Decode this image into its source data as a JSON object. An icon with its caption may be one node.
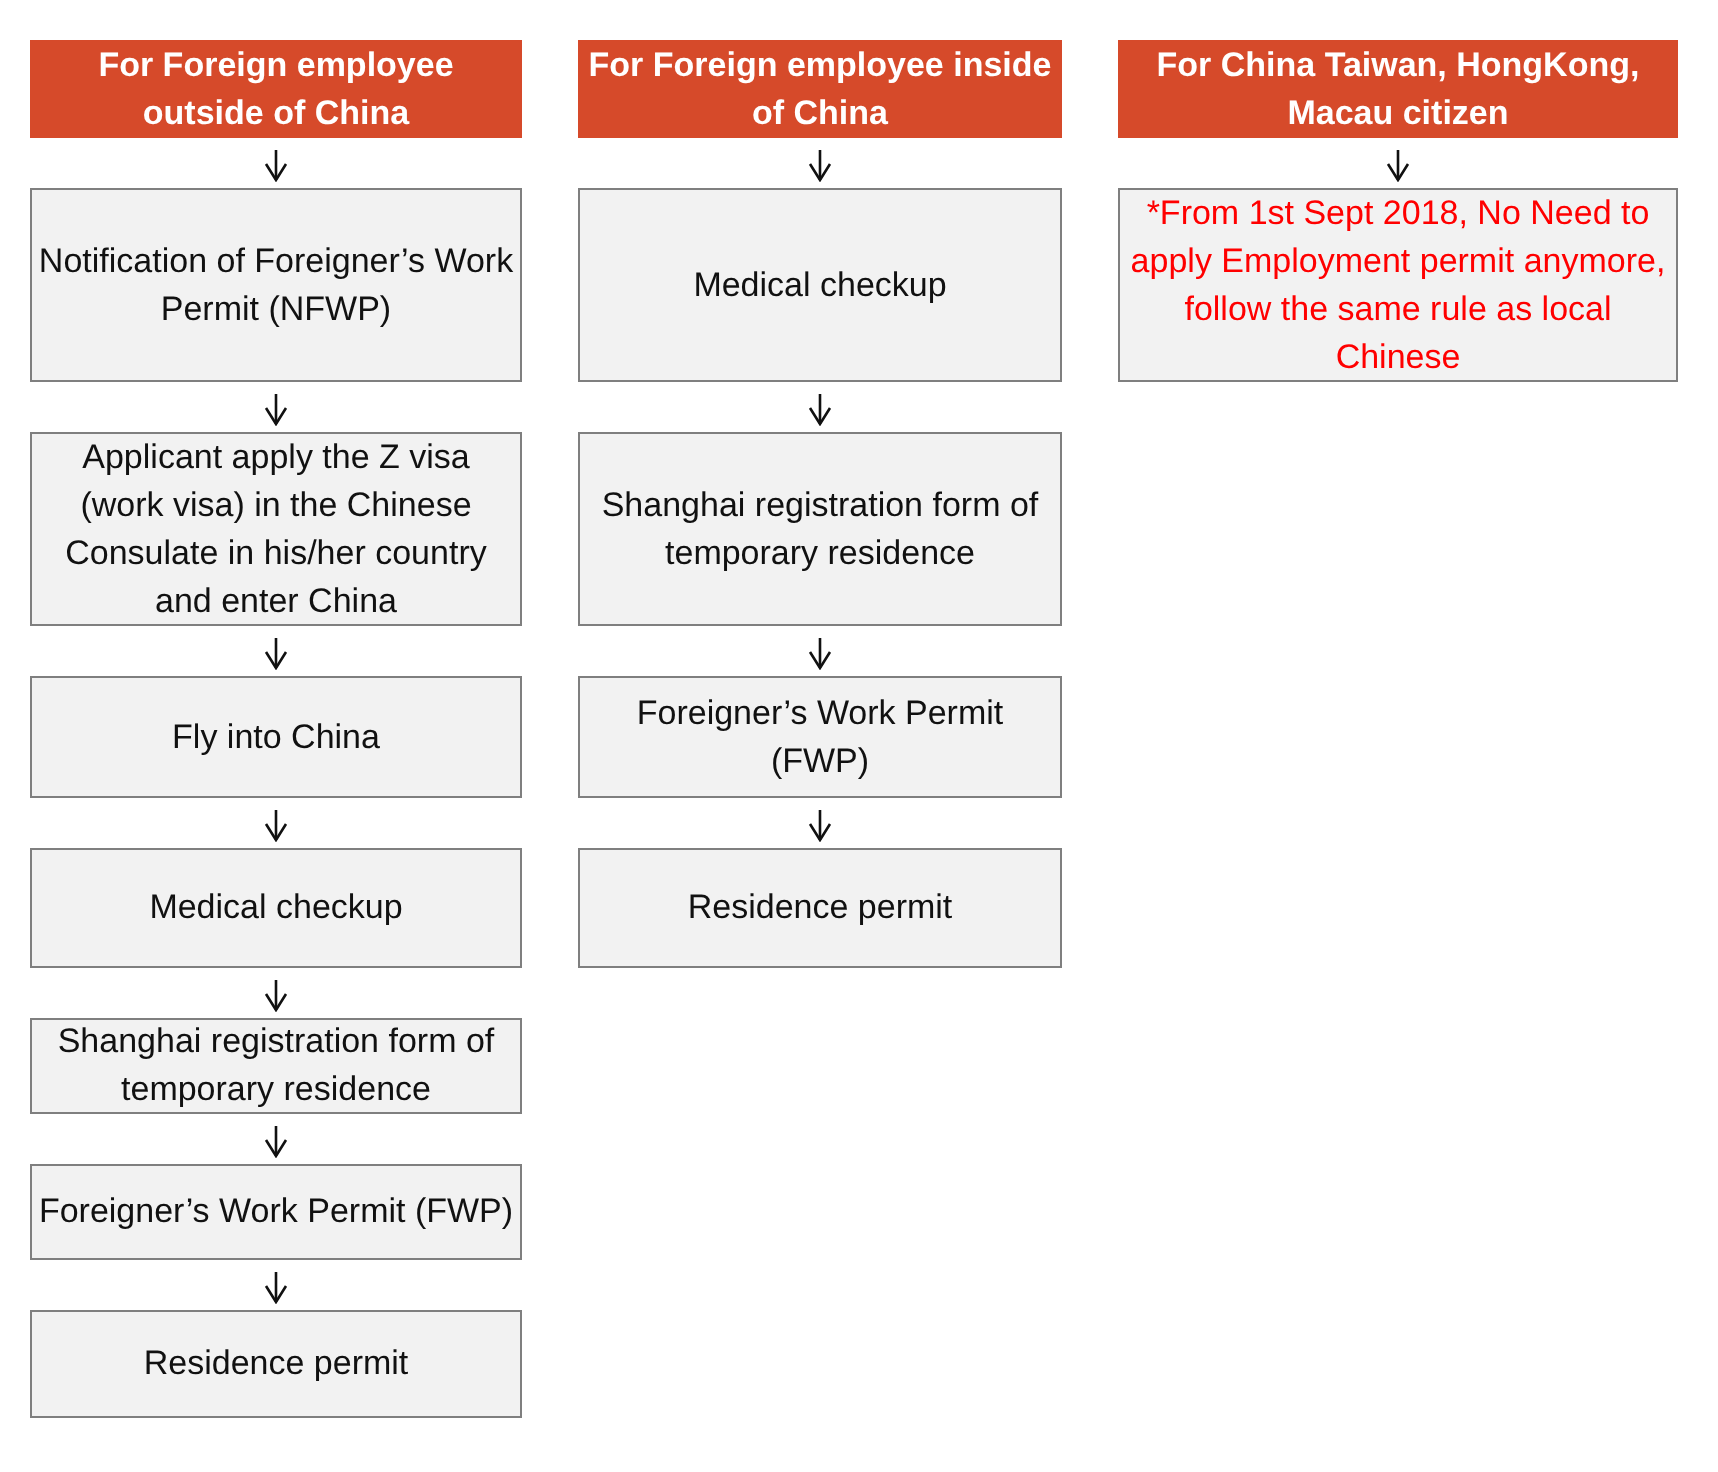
{
  "diagram": {
    "nodes": [
      {
        "text": [
          "For Foreign employee outside of China"
        ]
      },
      {
        "text": [
          "Notification of Foreigner’s Work Permit (NFWP)"
        ]
      },
      {
        "text": [
          "Applicant apply the Z visa (work visa) in the Chinese Consulate in his/her country and enter China"
        ]
      },
      {
        "text": [
          "Fly into China"
        ]
      },
      {
        "text": [
          "Medical checkup"
        ]
      },
      {
        "text": [
          "Shanghai registration form of temporary residence"
        ]
      },
      {
        "text": [
          "Foreigner’s Work Permit (FWP)"
        ]
      },
      {
        "text": [
          "Residence permit"
        ]
      },
      {
        "text": [
          "For Foreign employee inside of China"
        ]
      },
      {
        "text": [
          "Medical checkup"
        ]
      },
      {
        "text": [
          "Shanghai registration form of temporary residence"
        ]
      },
      {
        "text": [
          "Foreigner’s Work Permit (FWP)"
        ]
      },
      {
        "text": [
          "Residence permit"
        ]
      },
      {
        "text": [
          "For China Taiwan, HongKong, Macau citizen"
        ]
      },
      {
        "text": [
          "*From 1st Sept 2018, No Need to apply Employment permit anymore, follow the same rule as local Chinese"
        ]
      }
    ],
    "edges": [
      {
        "from": 0,
        "to": 1,
        "arrow": "to"
      },
      {
        "from": 1,
        "to": 2,
        "arrow": "to"
      },
      {
        "from": 2,
        "to": 3,
        "arrow": "to"
      },
      {
        "from": 3,
        "to": 4,
        "arrow": "to"
      },
      {
        "from": 4,
        "to": 5,
        "arrow": "to"
      },
      {
        "from": 5,
        "to": 6,
        "arrow": "to"
      },
      {
        "from": 6,
        "to": 7,
        "arrow": "to"
      },
      {
        "from": 8,
        "to": 9,
        "arrow": "to"
      },
      {
        "from": 9,
        "to": 10,
        "arrow": "to"
      },
      {
        "from": 10,
        "to": 11,
        "arrow": "to"
      },
      {
        "from": 11,
        "to": 12,
        "arrow": "to"
      },
      {
        "from": 13,
        "to": 14,
        "arrow": "to"
      }
    ]
  }
}
